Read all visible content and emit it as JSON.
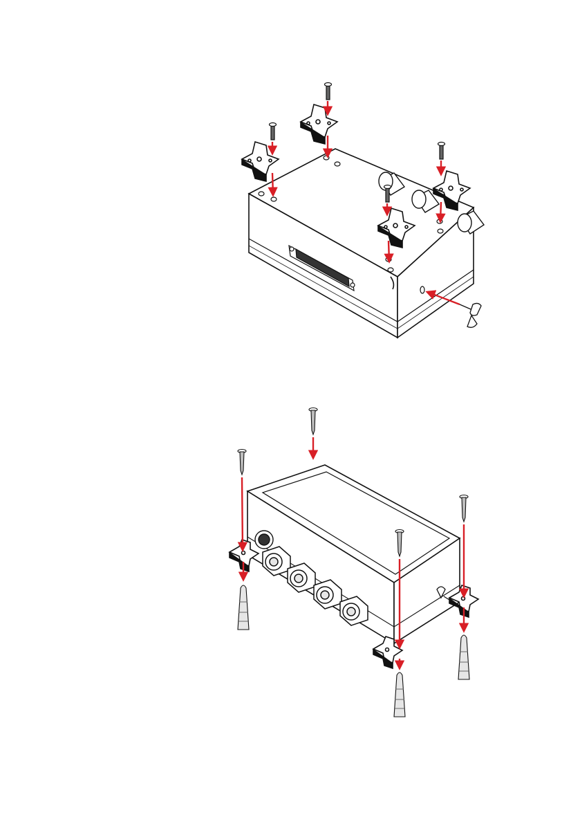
{
  "figures": [
    {
      "id": "mounting-top-view",
      "description_label": "",
      "parts": {
        "enclosure": "junction-box",
        "brackets": 4,
        "screws": 4,
        "wing_screw": 1,
        "db_connector": 1,
        "cable_glands": 3
      }
    },
    {
      "id": "mounting-bottom-view",
      "description_label": "",
      "parts": {
        "enclosure": "junction-box",
        "brackets": 4,
        "screws": 4,
        "wall_plugs": 3,
        "wing_screw": 1,
        "cable_glands": 4,
        "round_connector": 1
      }
    }
  ],
  "colors": {
    "line": "#111111",
    "arrow": "#d81f26",
    "fill": "#ffffff",
    "shade": "#e6e6e6",
    "dark": "#333333"
  }
}
